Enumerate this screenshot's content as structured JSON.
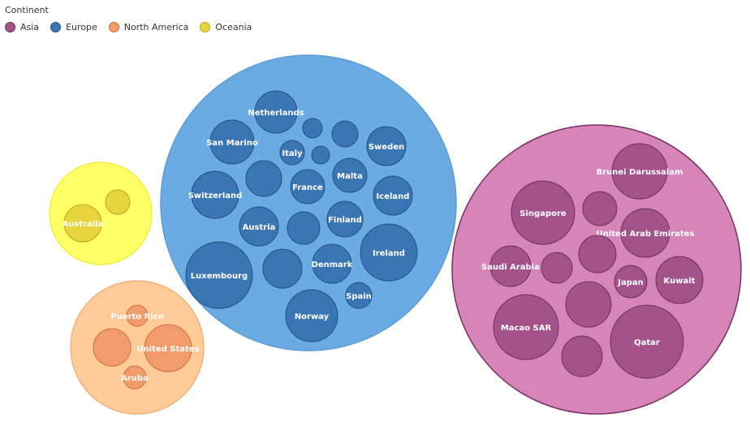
{
  "legend": {
    "title": "Continent",
    "items": [
      {
        "name": "Asia",
        "color": "#a3538a",
        "stroke": "#6e2e5e"
      },
      {
        "name": "Europe",
        "color": "#3b76b4",
        "stroke": "#23507f"
      },
      {
        "name": "North America",
        "color": "#f29b6b",
        "stroke": "#d06d3a"
      },
      {
        "name": "Oceania",
        "color": "#e8d43b",
        "stroke": "#b5a220"
      }
    ]
  },
  "chart_data": {
    "type": "packed-bubble",
    "groups": [
      {
        "name": "Oceania",
        "fill": "#ffff66",
        "stroke": "#f0f040",
        "children": [
          {
            "label": "Australia",
            "fill": "#e8d43b"
          },
          {
            "label": "",
            "fill": "#e8d43b"
          }
        ]
      },
      {
        "name": "North America",
        "fill": "#ffcc99",
        "stroke": "#f3b079",
        "children": [
          {
            "label": "Puerto Rico",
            "fill": "#f29b6b"
          },
          {
            "label": "United States",
            "fill": "#f29b6b"
          },
          {
            "label": "",
            "fill": "#f29b6b"
          },
          {
            "label": "Aruba",
            "fill": "#f29b6b"
          }
        ]
      },
      {
        "name": "Europe",
        "fill": "#6aabe3",
        "stroke": "#5b9bd5",
        "children": [
          {
            "label": "Netherlands"
          },
          {
            "label": "San Marino"
          },
          {
            "label": "Italy"
          },
          {
            "label": "Sweden"
          },
          {
            "label": "Malta"
          },
          {
            "label": "France"
          },
          {
            "label": "Switzerland"
          },
          {
            "label": "Iceland"
          },
          {
            "label": "Finland"
          },
          {
            "label": "Austria"
          },
          {
            "label": "Ireland"
          },
          {
            "label": "Denmark"
          },
          {
            "label": "Luxembourg"
          },
          {
            "label": "Spain"
          },
          {
            "label": "Norway"
          },
          {
            "label": ""
          },
          {
            "label": ""
          },
          {
            "label": ""
          },
          {
            "label": ""
          },
          {
            "label": ""
          },
          {
            "label": ""
          }
        ]
      },
      {
        "name": "Asia",
        "fill": "#d685b9",
        "stroke": "#7a2e63",
        "children": [
          {
            "label": "Brunei Darussalam"
          },
          {
            "label": "Singapore"
          },
          {
            "label": "United Arab Emirates"
          },
          {
            "label": "Saudi Arabia"
          },
          {
            "label": "Japan"
          },
          {
            "label": "Kuwait"
          },
          {
            "label": "Macao SAR"
          },
          {
            "label": "Qatar"
          },
          {
            "label": ""
          },
          {
            "label": ""
          },
          {
            "label": ""
          },
          {
            "label": ""
          },
          {
            "label": ""
          }
        ]
      }
    ]
  }
}
